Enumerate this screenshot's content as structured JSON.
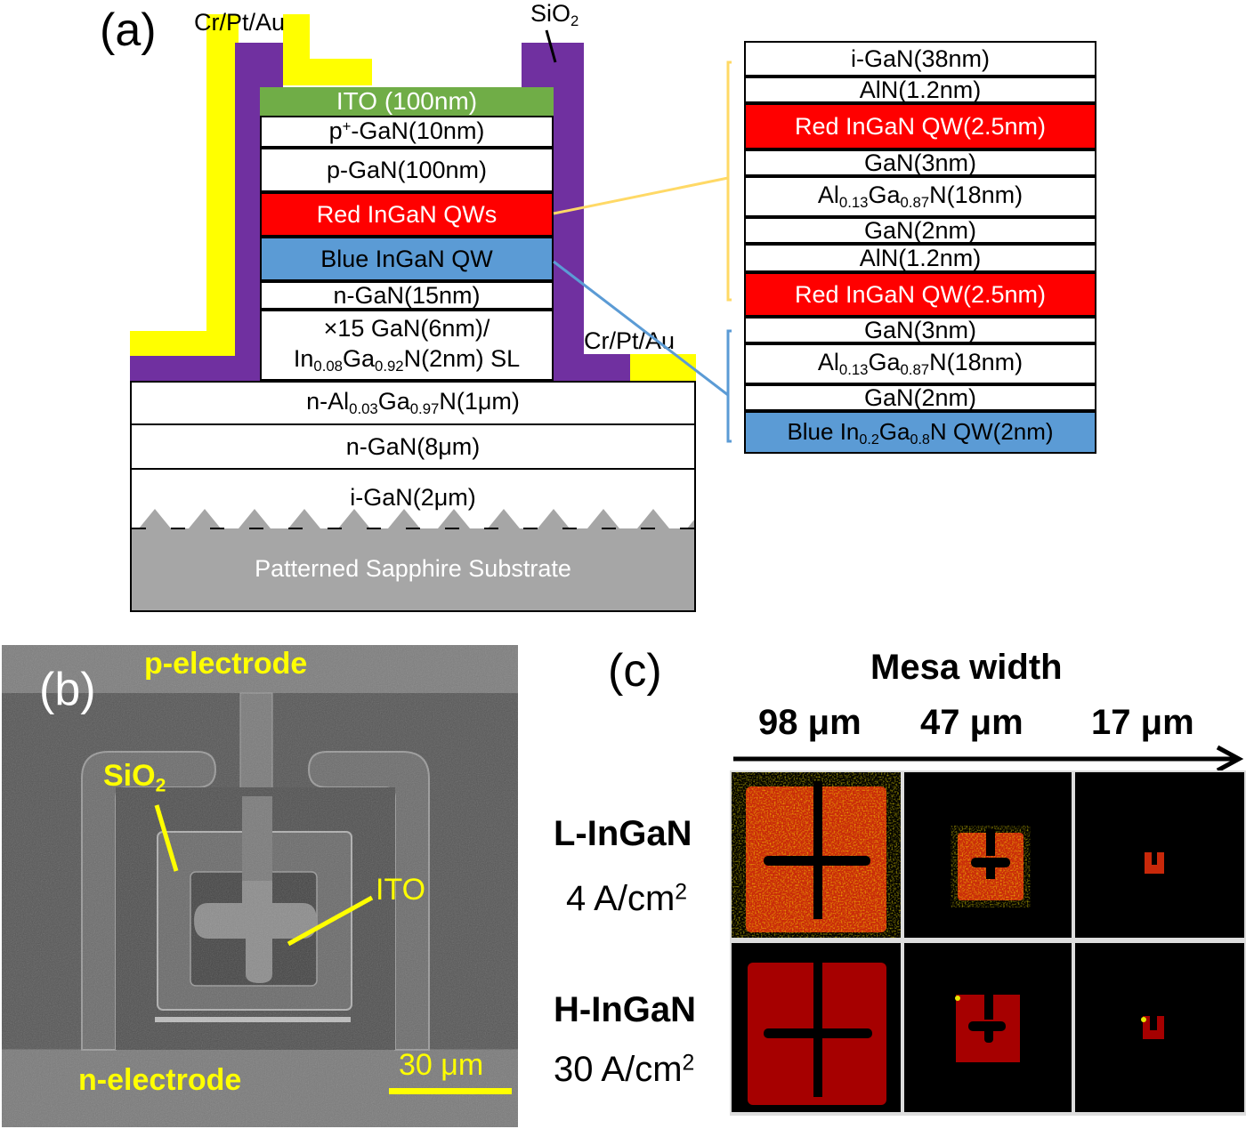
{
  "panel_a": {
    "letter": "(a)",
    "metal_top_label": "Cr/Pt/Au",
    "sio2_label": {
      "base": "SiO",
      "sub": "2"
    },
    "metal_right_label": "Cr/Pt/Au",
    "mesa_layers": [
      {
        "id": "ito",
        "text": "ITO (100nm)",
        "color": "#70ad47"
      },
      {
        "id": "p-plus-gan",
        "prefix": "p",
        "sup": "+",
        "text": "-GaN(10nm)"
      },
      {
        "id": "p-gan",
        "text": "p-GaN(100nm)"
      },
      {
        "id": "red-qws",
        "text": "Red InGaN QWs",
        "color": "#ff0000"
      },
      {
        "id": "blue-qw",
        "text": "Blue InGaN QW",
        "color": "#5b9bd5"
      },
      {
        "id": "n-gan-15",
        "text": "n-GaN(15nm)"
      },
      {
        "id": "sl",
        "line1": "×15 GaN(6nm)/",
        "line2_parts": [
          "In",
          "0.08",
          "Ga",
          "0.92",
          "N(2nm) SL"
        ]
      }
    ],
    "base_layers": [
      {
        "id": "n-algan",
        "parts": [
          "n-Al",
          "0.03",
          "Ga",
          "0.97",
          "N(1μm)"
        ]
      },
      {
        "id": "n-gan-8",
        "text": "n-GaN(8μm)"
      },
      {
        "id": "i-gan-2",
        "text": "i-GaN(2μm)"
      },
      {
        "id": "substrate",
        "text": "Patterned Sapphire Substrate",
        "color": "#a6a6a6"
      }
    ],
    "detail_layers": [
      {
        "id": "d-i-gan",
        "text": "i-GaN(38nm)"
      },
      {
        "id": "d-aln-1",
        "text": "AlN(1.2nm)"
      },
      {
        "id": "d-red-1",
        "text": "Red InGaN QW(2.5nm)",
        "color": "#ff0000"
      },
      {
        "id": "d-gan3-1",
        "text": "GaN(3nm)"
      },
      {
        "id": "d-algan-1",
        "parts": [
          "Al",
          "0.13",
          "Ga",
          "0.87",
          "N(18nm)"
        ]
      },
      {
        "id": "d-gan2-1",
        "text": "GaN(2nm)"
      },
      {
        "id": "d-aln-2",
        "text": "AlN(1.2nm)"
      },
      {
        "id": "d-red-2",
        "text": "Red InGaN QW(2.5nm)",
        "color": "#ff0000"
      },
      {
        "id": "d-gan3-2",
        "text": "GaN(3nm)"
      },
      {
        "id": "d-algan-2",
        "parts": [
          "Al",
          "0.13",
          "Ga",
          "0.87",
          "N(18nm)"
        ]
      },
      {
        "id": "d-gan2-2",
        "text": "GaN(2nm)"
      },
      {
        "id": "d-blue",
        "parts": [
          "Blue In",
          "0.2",
          "Ga",
          "0.8",
          "N QW(2nm)"
        ],
        "color": "#5b9bd5"
      }
    ],
    "colors": {
      "metal": "#ffff00",
      "sio2": "#7030a0",
      "red_bracket": "#ffd966",
      "blue_bracket": "#5b9bd5"
    }
  },
  "panel_b": {
    "letter": "(b)",
    "p_electrode": "p-electrode",
    "sio2": {
      "base": "SiO",
      "sub": "2"
    },
    "ito": "ITO",
    "n_electrode": "n-electrode",
    "scale_bar": "30 μm"
  },
  "panel_c": {
    "letter": "(c)",
    "axis_title": "Mesa width",
    "columns": [
      "98 μm",
      "47 μm",
      "17 μm"
    ],
    "rows": [
      {
        "name": "L-InGaN",
        "current": "4 A/cm",
        "current_sup": "2"
      },
      {
        "name": "H-InGaN",
        "current": "30 A/cm",
        "current_sup": "2"
      }
    ]
  }
}
